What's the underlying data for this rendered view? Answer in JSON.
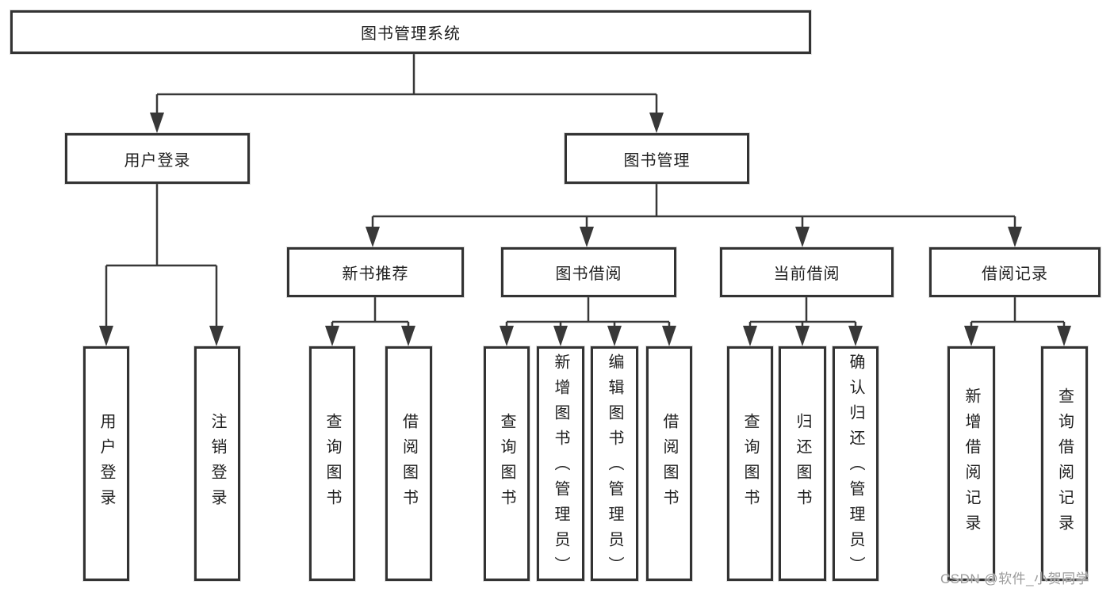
{
  "diagram": {
    "root": {
      "label": "图书管理系统"
    },
    "level1": {
      "user_login": {
        "label": "用户登录"
      },
      "book_mgmt": {
        "label": "图书管理"
      }
    },
    "level2": {
      "recommend": {
        "label": "新书推荐"
      },
      "borrow": {
        "label": "图书借阅"
      },
      "current": {
        "label": "当前借阅"
      },
      "records": {
        "label": "借阅记录"
      }
    },
    "leaves": {
      "user": [
        "用户登录",
        "注销登录"
      ],
      "recommend": [
        "查询图书",
        "借阅图书"
      ],
      "borrow": [
        "查询图书",
        "新增图书（管理员）",
        "编辑图书（管理员）",
        "借阅图书"
      ],
      "current": [
        "查询图书",
        "归还图书",
        "确认归还（管理员）"
      ],
      "records": [
        "新增借阅记录",
        "查询借阅记录"
      ]
    }
  },
  "watermark": {
    "text": "CSDN @软件_小贺同学"
  },
  "colors": {
    "line": "#383838",
    "border": "#333333",
    "text": "#1f1f1f",
    "watermark": "#9b9b9b",
    "background": "#ffffff"
  }
}
